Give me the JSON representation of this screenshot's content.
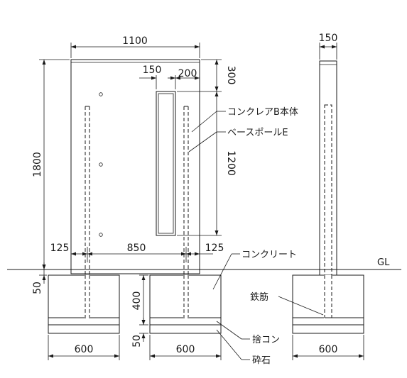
{
  "dimensions": {
    "front_width": "1100",
    "panel_offset": "150",
    "panel_width": "200",
    "top_gap": "300",
    "height_total": "1800",
    "panel_height": "1200",
    "edge_left": "125",
    "post_span": "850",
    "edge_right": "125",
    "side_width": "150",
    "depth_base": "50",
    "depth_concrete": "400",
    "depth_stone": "50",
    "footing_width_1": "600",
    "footing_width_2": "600",
    "footing_width_3": "600"
  },
  "labels": {
    "product": "コンクレアB本体",
    "post": "ベースポールE",
    "concrete": "コンクリート",
    "ground": "GL",
    "rebar": "鉄筋",
    "blinding": "捨コン",
    "gravel": "砕石"
  },
  "colors": {
    "line": "#1a1a1a",
    "background": "#ffffff"
  }
}
